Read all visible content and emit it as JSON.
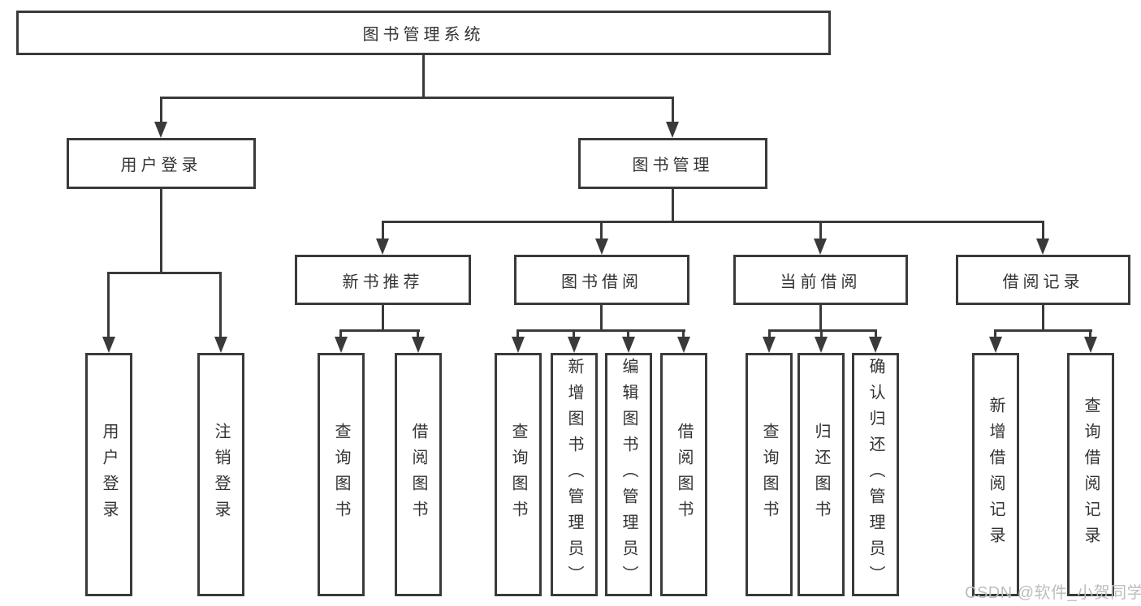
{
  "tree": {
    "label": "图书管理系统",
    "children": [
      {
        "label": "用户登录",
        "children": [
          {
            "label": "用户登录"
          },
          {
            "label": "注销登录"
          }
        ]
      },
      {
        "label": "图书管理",
        "children": [
          {
            "label": "新书推荐",
            "children": [
              {
                "label": "查询图书"
              },
              {
                "label": "借阅图书"
              }
            ]
          },
          {
            "label": "图书借阅",
            "children": [
              {
                "label": "查询图书"
              },
              {
                "label": "新增图书（管理员）"
              },
              {
                "label": "编辑图书（管理员）"
              },
              {
                "label": "借阅图书"
              }
            ]
          },
          {
            "label": "当前借阅",
            "children": [
              {
                "label": "查询图书"
              },
              {
                "label": "归还图书"
              },
              {
                "label": "确认归还（管理员）"
              }
            ]
          },
          {
            "label": "借阅记录",
            "children": [
              {
                "label": "新增借阅记录"
              },
              {
                "label": "查询借阅记录"
              }
            ]
          }
        ]
      }
    ]
  },
  "watermark": {
    "text": "CSDN @软件_小贺同学"
  },
  "colors": {
    "background": "#ffffff",
    "box_border": "#3a3a3a",
    "connector_line": "#3a3a3a",
    "text": "#333333",
    "watermark": "#bdbdbd"
  }
}
